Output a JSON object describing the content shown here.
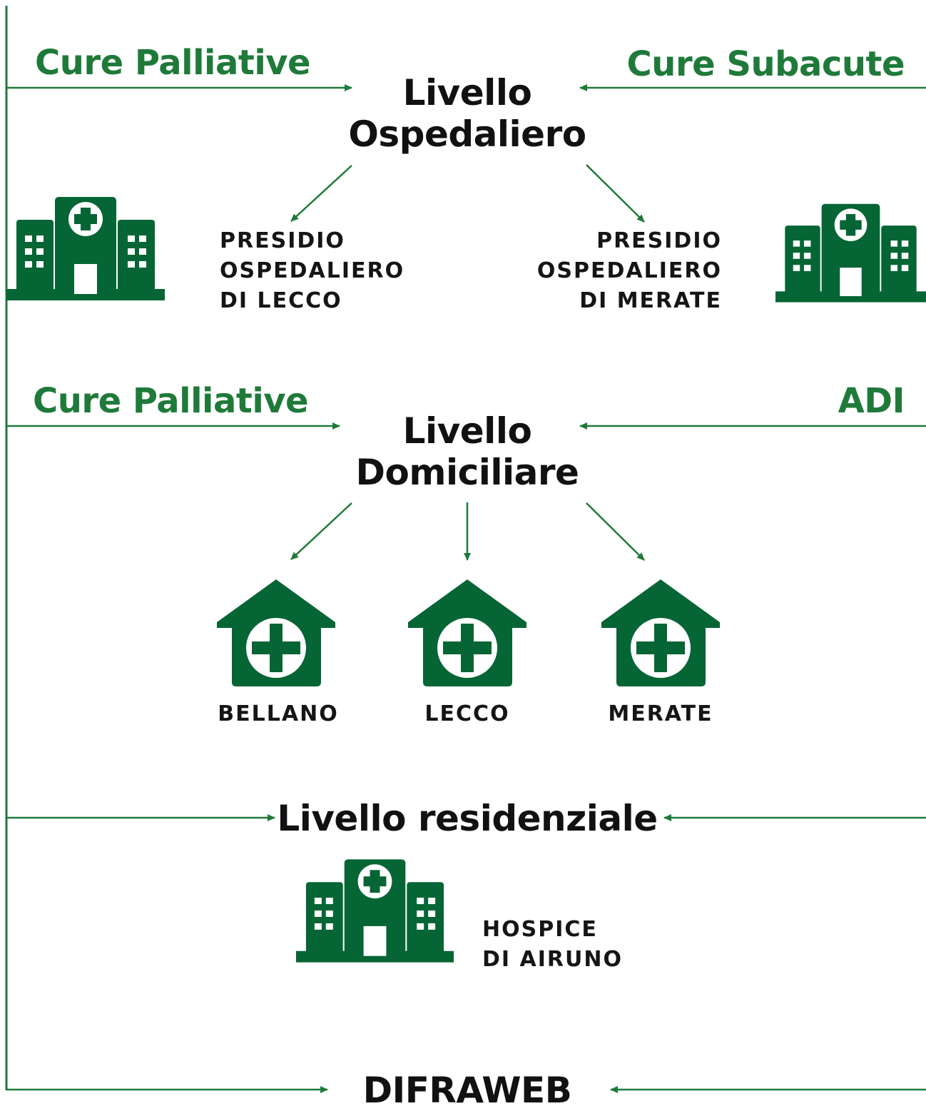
{
  "colors": {
    "accent_green": "#1f7a3a",
    "icon_green": "#066535",
    "text_dark": "#111111"
  },
  "left_rail_labels": {
    "hospital_input": "Cure Palliative",
    "home_input": "Cure Palliative"
  },
  "right_rail_labels": {
    "hospital_input": "Cure Subacute",
    "home_input": "ADI"
  },
  "levels": {
    "hospital": {
      "title_line1": "Livello",
      "title_line2": "Ospedaliero",
      "nodes": [
        {
          "icon": "hospital-building-icon",
          "lines": [
            "PRESIDIO",
            "OSPEDALIERO",
            "DI LECCO"
          ]
        },
        {
          "icon": "hospital-building-icon",
          "lines": [
            "PRESIDIO",
            "OSPEDALIERO",
            "DI MERATE"
          ]
        }
      ]
    },
    "home": {
      "title_line1": "Livello",
      "title_line2": "Domiciliare",
      "nodes": [
        {
          "icon": "home-care-cross-icon",
          "label": "BELLANO"
        },
        {
          "icon": "home-care-cross-icon",
          "label": "LECCO"
        },
        {
          "icon": "home-care-cross-icon",
          "label": "MERATE"
        }
      ]
    },
    "residential": {
      "title": "Livello residenziale",
      "nodes": [
        {
          "icon": "hospital-building-icon",
          "lines": [
            "HOSPICE",
            "DI AIRUNO"
          ]
        }
      ]
    },
    "bottom": {
      "title": "DIFRAWEB"
    }
  }
}
